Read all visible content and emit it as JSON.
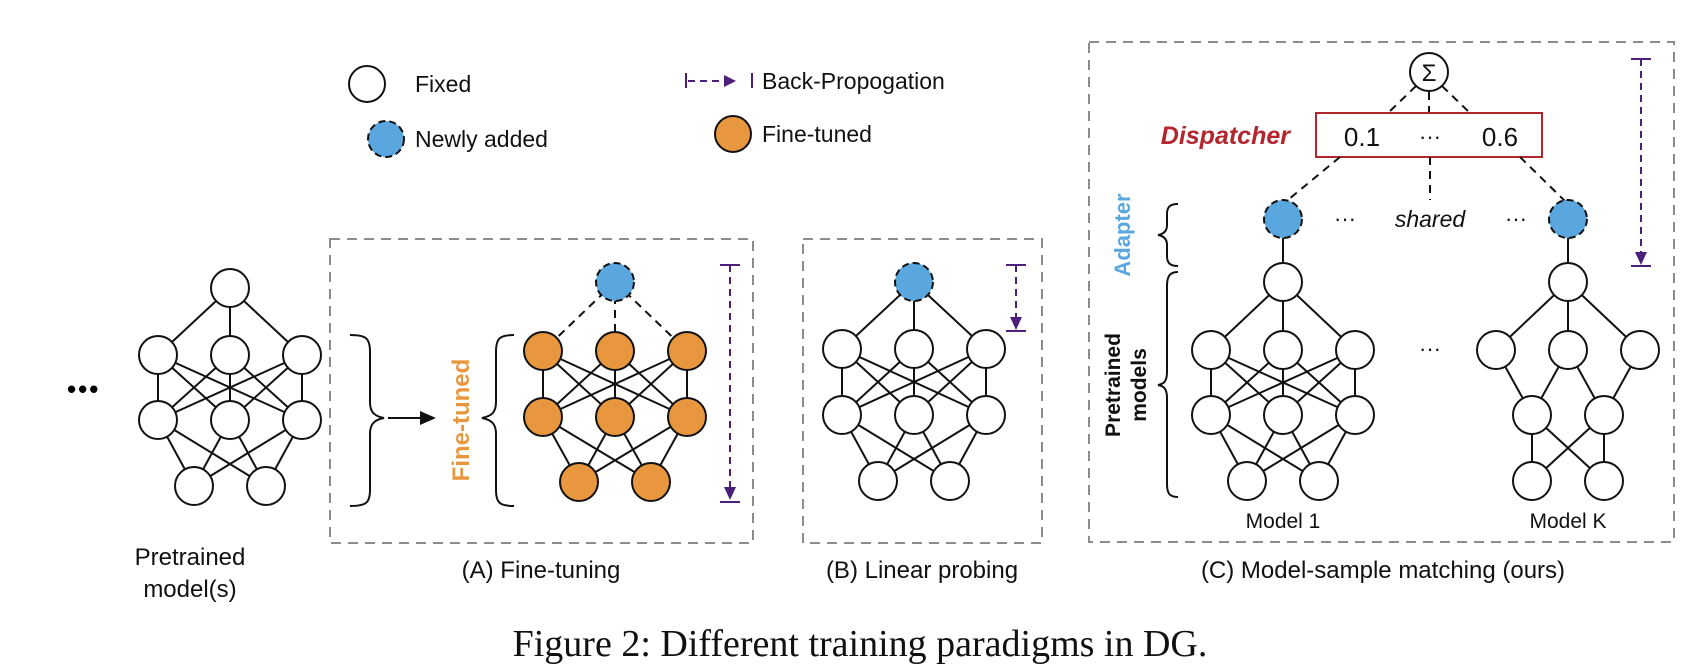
{
  "legend": {
    "fixed": "Fixed",
    "newly_added": "Newly added",
    "back_propagation": "Back-Propogation",
    "fine_tuned": "Fine-tuned"
  },
  "pretrained": {
    "ellipsis": "•••",
    "label_line1": "Pretrained",
    "label_line2": "model(s)"
  },
  "panel_a": {
    "side_label": "Fine-tuned",
    "caption": "(A) Fine-tuning"
  },
  "panel_b": {
    "caption": "(B) Linear probing"
  },
  "panel_c": {
    "sum_symbol": "Σ",
    "dispatcher_label": "Dispatcher",
    "weight_first": "0.1",
    "weight_dots": "···",
    "weight_last": "0.6",
    "adapter_label": "Adapter",
    "adapter_dots_left": "···",
    "shared_label": "shared",
    "adapter_dots_right": "···",
    "pretrained_label_line1": "Pretrained",
    "pretrained_label_line2": "models",
    "models_dots": "···",
    "model_1_label": "Model 1",
    "model_k_label": "Model K",
    "caption": "(C) Model-sample matching (ours)"
  },
  "figure_caption": "Figure 2: Different training paradigms in DG.",
  "colors": {
    "fixed_node": "#ffffff",
    "newly_added_node": "#5aa7df",
    "fine_tuned_node": "#e8973f",
    "back_propagation": "#4b1f7a",
    "dispatcher": "#b3262e",
    "adapter": "#5aa7df",
    "panel_border": "#8c8c8c"
  }
}
